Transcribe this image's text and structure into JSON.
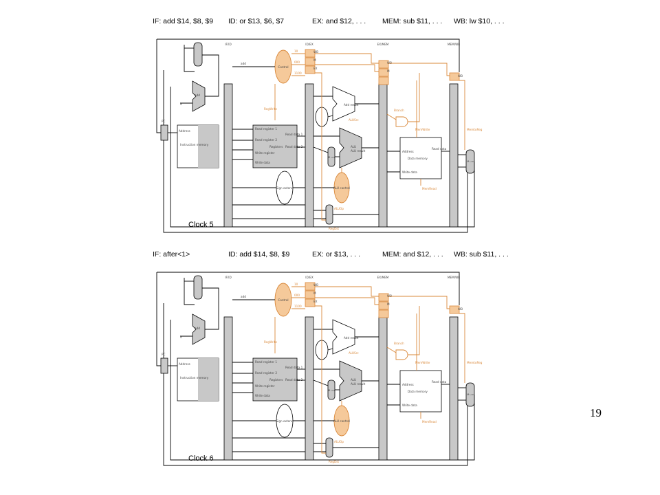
{
  "slide": {
    "page_number": "19",
    "colors": {
      "forwarding": "#d9883a",
      "forwarding_fill": "#f5c99a",
      "wire": "#000000",
      "unit_fill": "#c8c8c8"
    },
    "panels": [
      {
        "stages": {
          "if": "IF: add $14, $8, $9",
          "id": "ID: or $13, $6, $7",
          "ex": "EX: and $12, . . .",
          "mem": "MEM: sub $11, . . .",
          "wb": "WB: lw $10, . . ."
        },
        "clock": "Clock 5"
      },
      {
        "stages": {
          "if": "IF: after<1>",
          "id": "ID: add $14, $8, $9",
          "ex": "EX: or $13, . . .",
          "mem": "MEM: and $12, . . .",
          "wb": "WB: sub $11, . . ."
        },
        "clock": "Clock 6"
      }
    ],
    "datapath_labels": {
      "ifid": "IF/ID",
      "idex": "ID/EX",
      "exmem": "EX/MEM",
      "memwb": "MEM/WB",
      "control": "Control",
      "add": "add",
      "address": "Address",
      "instr_memory": "Instruction memory",
      "read_reg1": "Read register 1",
      "read_reg2": "Read register 2",
      "registers": "Registers",
      "write_reg": "Write register",
      "write_data": "Write data",
      "read_data1": "Read data 1",
      "read_data2": "Read data 2",
      "sign_extend": "Sign extend",
      "alu_control": "ALU control",
      "alu": "ALU",
      "alu_result": "ALU result",
      "add_result": "Add result",
      "shift_left": "Shift left 2",
      "data_memory": "Data memory",
      "read_data": "Read data",
      "mux": "M u x",
      "reg_write": "RegWrite",
      "mem_write": "MemWrite",
      "mem_read": "MemRead",
      "mem_to_reg": "MemtoReg",
      "branch": "Branch",
      "alu_src": "ALUSrc",
      "alu_op": "ALUOp",
      "reg_dst": "RegDst",
      "pc": "PC",
      "four": "4"
    }
  }
}
